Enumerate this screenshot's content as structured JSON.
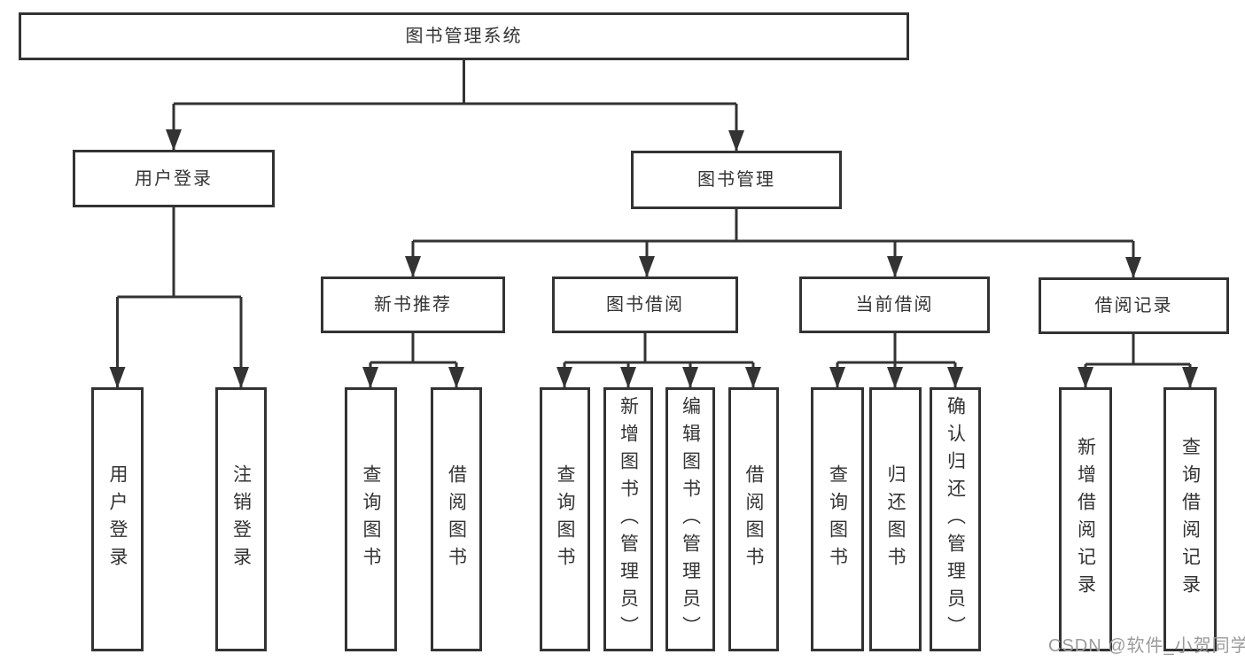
{
  "root": {
    "label": "图书管理系统"
  },
  "level2": [
    {
      "label": "用户登录"
    },
    {
      "label": "图书管理"
    }
  ],
  "level3": [
    {
      "label": "新书推荐"
    },
    {
      "label": "图书借阅"
    },
    {
      "label": "当前借阅"
    },
    {
      "label": "借阅记录"
    }
  ],
  "leaves": {
    "user": [
      "用户登录",
      "注销登录"
    ],
    "recommend": [
      "查询图书",
      "借阅图书"
    ],
    "borrow": [
      "查询图书",
      "新增图书（管理员）",
      "编辑图书（管理员）",
      "借阅图书"
    ],
    "current": [
      "查询图书",
      "归还图书",
      "确认归还（管理员）"
    ],
    "records": [
      "新增借阅记录",
      "查询借阅记录"
    ]
  },
  "watermark": "CSDN @软件_小贺同学",
  "colors": {
    "line": "#333333",
    "text": "#333333",
    "box_background": "#ffffff",
    "watermark": "#9b9b9b",
    "page_background": "#ffffff"
  }
}
